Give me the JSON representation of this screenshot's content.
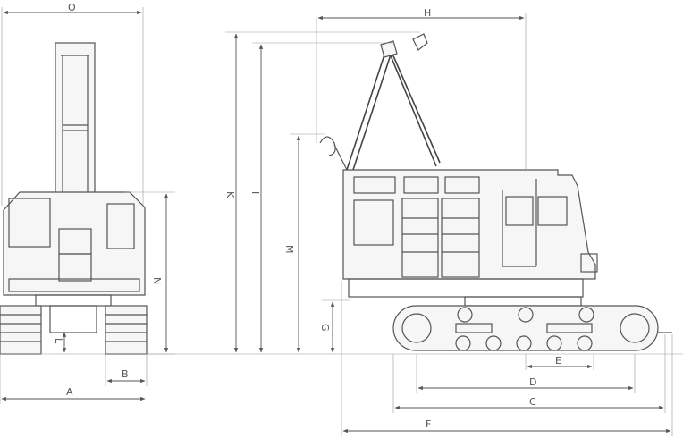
{
  "labels": {
    "O": "O",
    "H": "H",
    "K": "K",
    "I": "I",
    "M": "M",
    "N": "N",
    "G": "G",
    "L": "L",
    "A": "A",
    "B": "B",
    "E": "E",
    "D": "D",
    "C": "C",
    "F": "F"
  }
}
